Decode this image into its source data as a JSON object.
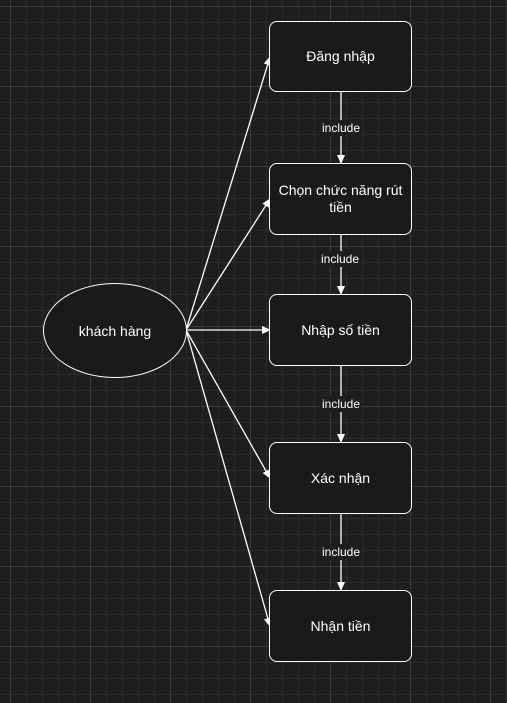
{
  "diagram": {
    "actor": {
      "label": "khách hàng"
    },
    "use_cases": [
      {
        "id": "dang-nhap",
        "label": "Đăng nhập"
      },
      {
        "id": "chon-chuc-nang",
        "label": "Chọn chức năng rút tiền"
      },
      {
        "id": "nhap-so-tien",
        "label": "Nhập số tiền"
      },
      {
        "id": "xac-nhan",
        "label": "Xác nhận"
      },
      {
        "id": "nhan-tien",
        "label": "Nhận tiền"
      }
    ],
    "relations": [
      {
        "from": "dang-nhap",
        "to": "chon-chuc-nang",
        "label": "include"
      },
      {
        "from": "chon-chuc-nang",
        "to": "nhap-so-tien",
        "label": "include"
      },
      {
        "from": "nhap-so-tien",
        "to": "xac-nhan",
        "label": "include"
      },
      {
        "from": "xac-nhan",
        "to": "nhan-tien",
        "label": "include"
      }
    ],
    "colors": {
      "background": "#1e1e1e",
      "stroke": "#ffffff",
      "node_fill": "#1a1a1a",
      "text": "#ffffff"
    }
  }
}
